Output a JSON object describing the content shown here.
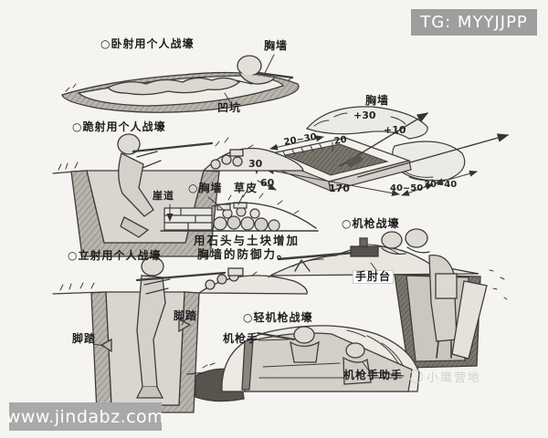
{
  "badge": {
    "tg": "TG: MYYJJPP"
  },
  "footer": {
    "url": "www.jindabz.com"
  },
  "brand": {
    "name": "小鹰营地"
  },
  "labels": {
    "prone_title": "○卧射用个人战壕",
    "prone_parapet": "胸墙",
    "prone_pit": "凹坑",
    "kneel_title": "○跪射用个人战壕",
    "plan_parapet": "胸墙",
    "plan_front_h": "+30",
    "plan_side_h": "+10",
    "plan_berm": "20~30",
    "plan_rest": "20",
    "plan_depth": "30",
    "plan_width": "60",
    "plan_length": "170",
    "plan_front_w": "40~50",
    "plan_side_w": "30~40",
    "wall_cliff": "崖道",
    "wall_parapet": "○胸墙",
    "wall_sod": "草皮",
    "wall_cap1": "用石头与土块增加",
    "wall_cap2": "胸墙的防御力。",
    "stand_title": "○立射用个人战壕",
    "stand_step_r": "脚踏",
    "stand_step_l": "脚踏",
    "mg_title": "○机枪战壕",
    "mg_elbow": "手肘台",
    "lmg_title": "○轻机枪战壕",
    "lmg_gunner": "机枪手",
    "lmg_assistant": "机枪手助手"
  },
  "colors": {
    "paper": "#f5f4f1",
    "ink": "#3c3c3c",
    "badge_bg": "#9e9e9e",
    "footer_bg": "#a9a9a9",
    "watermark": "#d3d1cc"
  }
}
